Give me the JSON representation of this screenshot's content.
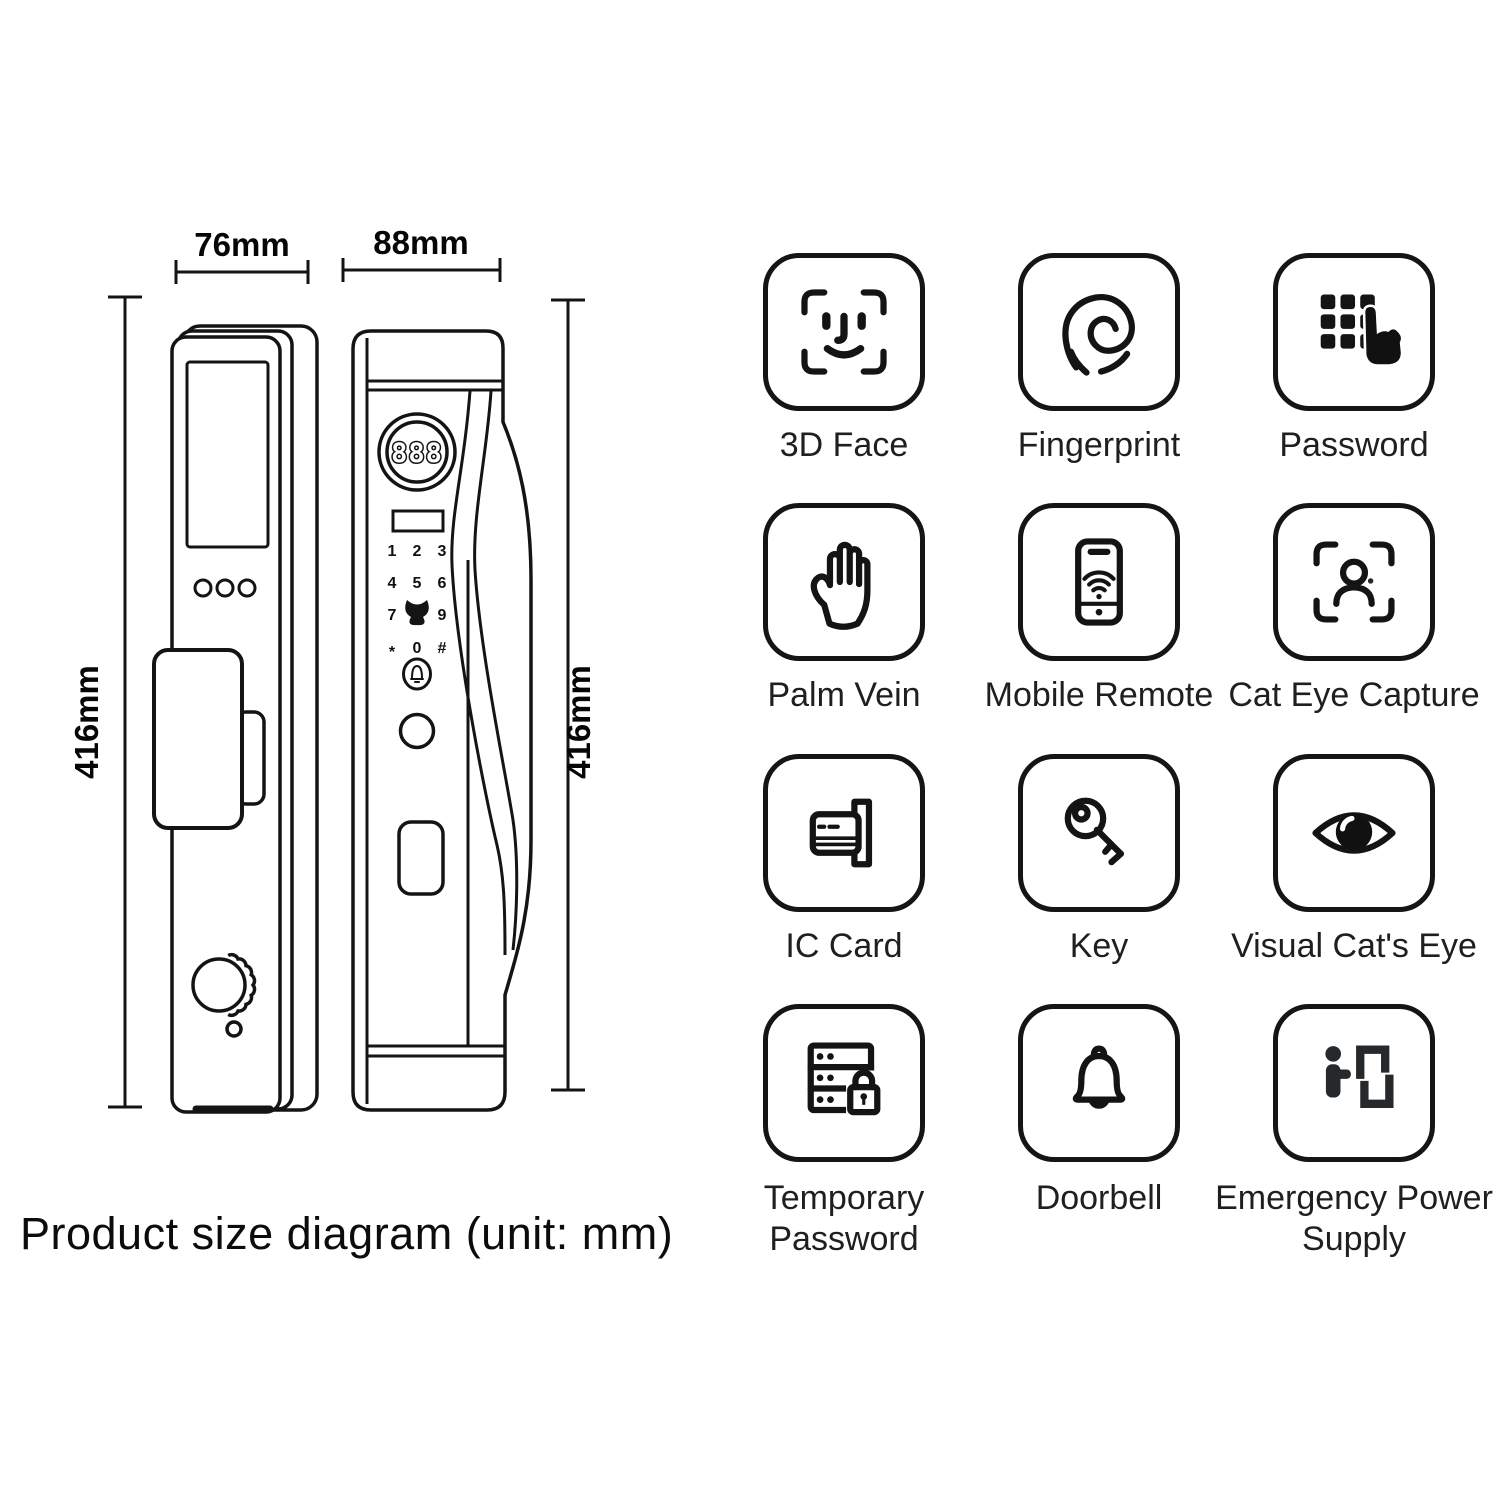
{
  "caption": "Product size diagram (unit: mm)",
  "dimensions": {
    "front_width": "76mm",
    "side_width": "88mm",
    "front_height": "416mm",
    "side_height": "416mm"
  },
  "lock_front": {
    "display_digits": "888",
    "keypad": [
      "1",
      "2",
      "3",
      "4",
      "5",
      "6",
      "7",
      "9",
      "*",
      "0",
      "#"
    ]
  },
  "features": [
    {
      "label": "3D Face",
      "icon": "face-id-icon"
    },
    {
      "label": "Fingerprint",
      "icon": "fingerprint-icon"
    },
    {
      "label": "Password",
      "icon": "keypad-hand-icon"
    },
    {
      "label": "Palm Vein",
      "icon": "palm-icon"
    },
    {
      "label": "Mobile Remote",
      "icon": "phone-wifi-icon"
    },
    {
      "label": "Cat Eye Capture",
      "icon": "person-capture-icon"
    },
    {
      "label": "IC Card",
      "icon": "ic-card-icon"
    },
    {
      "label": "Key",
      "icon": "key-icon"
    },
    {
      "label": "Visual Cat's Eye",
      "icon": "eye-icon"
    },
    {
      "label": "Temporary Password",
      "icon": "server-lock-icon"
    },
    {
      "label": "Doorbell",
      "icon": "bell-icon"
    },
    {
      "label": "Emergency Power Supply",
      "icon": "person-power-icon"
    }
  ],
  "colors": {
    "line": "#141414",
    "accent_dark": "#26292b"
  }
}
